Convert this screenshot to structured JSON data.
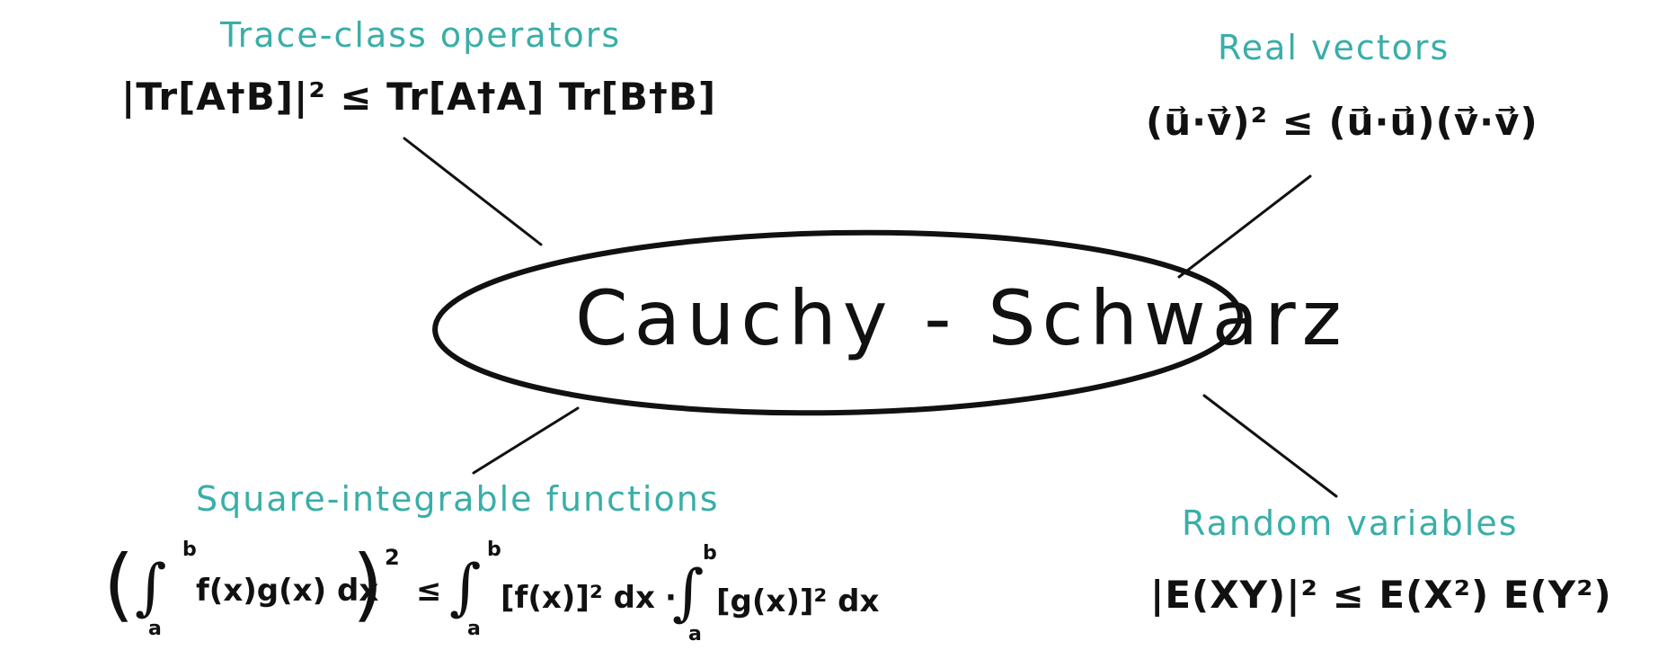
{
  "accent_color": "#3aaea8",
  "center": {
    "title": "Cauchy - Schwarz"
  },
  "nodes": {
    "trace_class": {
      "title": "Trace-class operators",
      "formula": "|Tr[A†B]|² ≤ Tr[A†A] Tr[B†B]"
    },
    "real_vectors": {
      "title": "Real vectors",
      "formula": "(u⃗·v⃗)² ≤ (u⃗·u⃗)(v⃗·v⃗)"
    },
    "square_integrable": {
      "title": "Square-integrable functions",
      "formula_left": "f(x)g(x) dx",
      "formula_right_f": "[f(x)]² dx",
      "formula_right_g": "[g(x)]² dx",
      "lower_limit": "a",
      "upper_limit": "b",
      "power": "2",
      "leq": "≤",
      "dot": "·"
    },
    "random_variables": {
      "title": "Random variables",
      "formula": "|E(XY)|² ≤ E(X²) E(Y²)"
    }
  }
}
